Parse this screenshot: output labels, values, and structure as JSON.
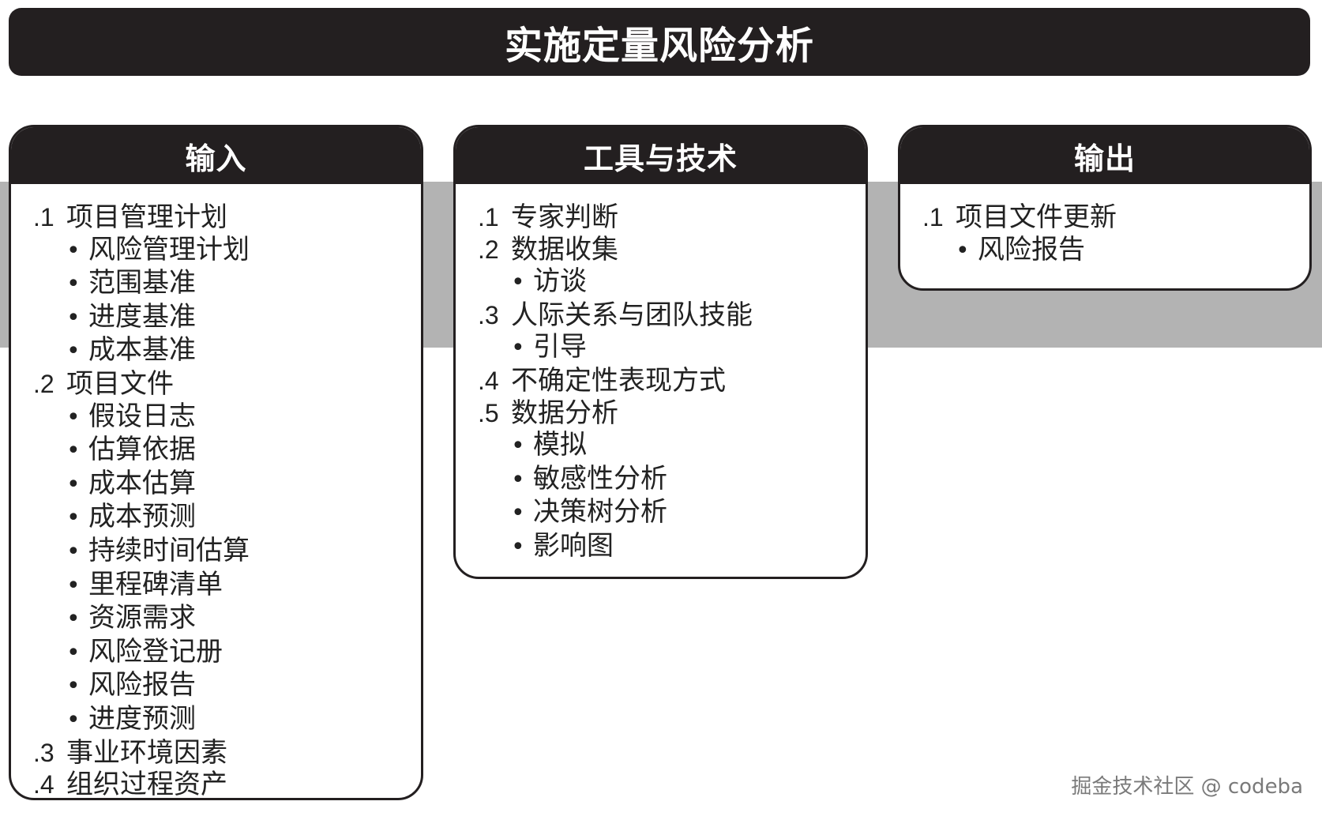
{
  "title": "实施定量风险分析",
  "inputs": {
    "header": "输入",
    "items": [
      {
        "num": ".1",
        "label": "项目管理计划",
        "subs": [
          "风险管理计划",
          "范围基准",
          "进度基准",
          "成本基准"
        ]
      },
      {
        "num": ".2",
        "label": "项目文件",
        "subs": [
          "假设日志",
          "估算依据",
          "成本估算",
          "成本预测",
          "持续时间估算",
          "里程碑清单",
          "资源需求",
          "风险登记册",
          "风险报告",
          "进度预测"
        ]
      },
      {
        "num": ".3",
        "label": "事业环境因素",
        "subs": []
      },
      {
        "num": ".4",
        "label": "组织过程资产",
        "subs": []
      }
    ]
  },
  "tools": {
    "header": "工具与技术",
    "items": [
      {
        "num": ".1",
        "label": "专家判断",
        "subs": []
      },
      {
        "num": ".2",
        "label": "数据收集",
        "subs": [
          "访谈"
        ]
      },
      {
        "num": ".3",
        "label": "人际关系与团队技能",
        "subs": [
          "引导"
        ]
      },
      {
        "num": ".4",
        "label": "不确定性表现方式",
        "subs": []
      },
      {
        "num": ".5",
        "label": "数据分析",
        "subs": [
          "模拟",
          "敏感性分析",
          "决策树分析",
          "影响图"
        ]
      }
    ]
  },
  "outputs": {
    "header": "输出",
    "items": [
      {
        "num": ".1",
        "label": "项目文件更新",
        "subs": [
          "风险报告"
        ]
      }
    ]
  },
  "bullet_glyph": "•",
  "watermark": "掘金技术社区 @ codeba",
  "colors": {
    "header_bg": "#231f20",
    "band": "#b3b3b3"
  }
}
